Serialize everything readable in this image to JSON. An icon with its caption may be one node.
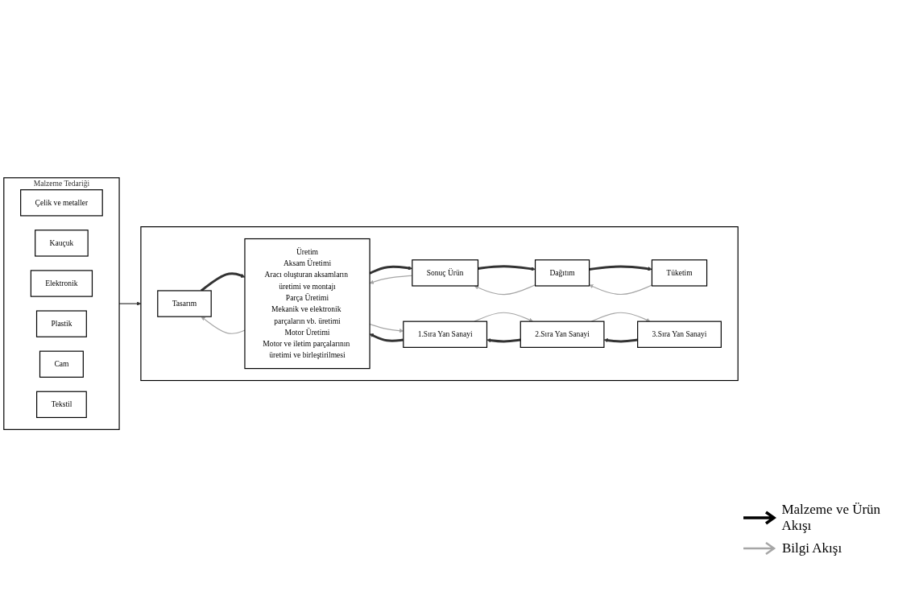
{
  "diagram": {
    "nodes": [
      {
        "text": [
          "Malzeme Tedariği"
        ]
      },
      {
        "text": [
          "Çelik ve metaller"
        ],
        "in": 0
      },
      {
        "text": [
          "Kauçuk"
        ],
        "in": 0
      },
      {
        "text": [
          "Elektronik"
        ],
        "in": 0
      },
      {
        "text": [
          "Plastik"
        ],
        "in": 0
      },
      {
        "text": [
          "Cam"
        ],
        "in": 0
      },
      {
        "text": [
          "Tekstil"
        ],
        "in": 0
      },
      {
        "text": [],
        "shape": "box"
      },
      {
        "text": [
          "Tasarım"
        ],
        "in": 7
      },
      {
        "text": [
          "Üretim",
          "Aksam Üretimi",
          "Aracı oluşturan aksamların üretimi ve montajı",
          "Parça Üretimi",
          "Mekanik ve elektronik parçaların vb. üretimi",
          "Motor Üretimi",
          "Motor ve iletim parçalarının üretimi ve birleştirilmesi"
        ],
        "in": 7
      },
      {
        "text": [
          "Sonuç Ürün"
        ],
        "in": 7
      },
      {
        "text": [
          "Dağıtım"
        ],
        "in": 7
      },
      {
        "text": [
          "Tüketim"
        ],
        "in": 7
      },
      {
        "text": [
          "1.Sıra Yan Sanayi"
        ],
        "in": 7
      },
      {
        "text": [
          "2.Sıra Yan Sanayi"
        ],
        "in": 7
      },
      {
        "text": [
          "3.Sıra Yan Sanayi"
        ],
        "in": 7
      }
    ],
    "edges": [
      {
        "from": 0,
        "to": 7,
        "arrow": "to"
      },
      {
        "from": 8,
        "to": 9,
        "arrow": "to",
        "style": "thick"
      },
      {
        "from": 9,
        "to": 8,
        "arrow": "to",
        "color": "#a6a6a6"
      },
      {
        "from": 9,
        "to": 10,
        "arrow": "to",
        "style": "thick"
      },
      {
        "from": 10,
        "to": 9,
        "arrow": "to",
        "color": "#a6a6a6"
      },
      {
        "from": 10,
        "to": 11,
        "arrow": "to",
        "style": "thick"
      },
      {
        "from": 11,
        "to": 10,
        "arrow": "to",
        "color": "#a6a6a6"
      },
      {
        "from": 11,
        "to": 12,
        "arrow": "to",
        "style": "thick"
      },
      {
        "from": 12,
        "to": 11,
        "arrow": "to",
        "color": "#a6a6a6"
      },
      {
        "from": 13,
        "to": 9,
        "arrow": "to",
        "style": "thick"
      },
      {
        "from": 9,
        "to": 13,
        "arrow": "to",
        "color": "#a6a6a6"
      },
      {
        "from": 14,
        "to": 13,
        "arrow": "to",
        "style": "thick"
      },
      {
        "from": 13,
        "to": 14,
        "arrow": "to",
        "color": "#a6a6a6"
      },
      {
        "from": 15,
        "to": 14,
        "arrow": "to",
        "style": "thick"
      },
      {
        "from": 14,
        "to": 15,
        "arrow": "to",
        "color": "#a6a6a6"
      }
    ],
    "legend": [
      {
        "text": "Malzeme ve Ürün Akışı"
      },
      {
        "text": "Bilgi Akışı"
      }
    ]
  }
}
